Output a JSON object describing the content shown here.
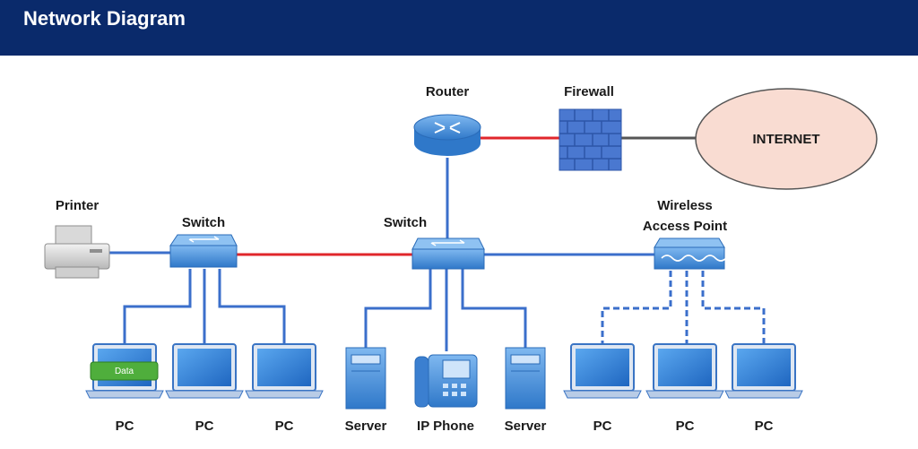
{
  "header": {
    "title": "Network Diagram"
  },
  "nodes": {
    "router": "Router",
    "firewall": "Firewall",
    "internet": "INTERNET",
    "printer": "Printer",
    "switch_left": "Switch",
    "switch_center": "Switch",
    "wap_line1": "Wireless",
    "wap_line2": "Access Point",
    "pc_1": "PC",
    "pc_1_badge": "Data",
    "pc_2": "PC",
    "pc_3": "PC",
    "server_1": "Server",
    "ip_phone": "IP Phone",
    "server_2": "Server",
    "pc_4": "PC",
    "pc_5": "PC",
    "pc_6": "PC"
  },
  "colors": {
    "header": "#0a2a6b",
    "link_blue": "#3b6fcb",
    "link_red": "#e0262b",
    "link_gray": "#555555",
    "device_blue": "#3d8ee0",
    "internet_fill": "#f9dcd2",
    "firewall": "#4a78d0",
    "data_badge": "#4fae3c"
  },
  "icons": {
    "router": "router-icon",
    "firewall": "firewall-icon",
    "internet": "cloud-ellipse-icon",
    "printer": "printer-icon",
    "switch": "switch-icon",
    "wap": "wireless-access-point-icon",
    "pc": "laptop-icon",
    "server": "server-icon",
    "phone": "ip-phone-icon"
  }
}
